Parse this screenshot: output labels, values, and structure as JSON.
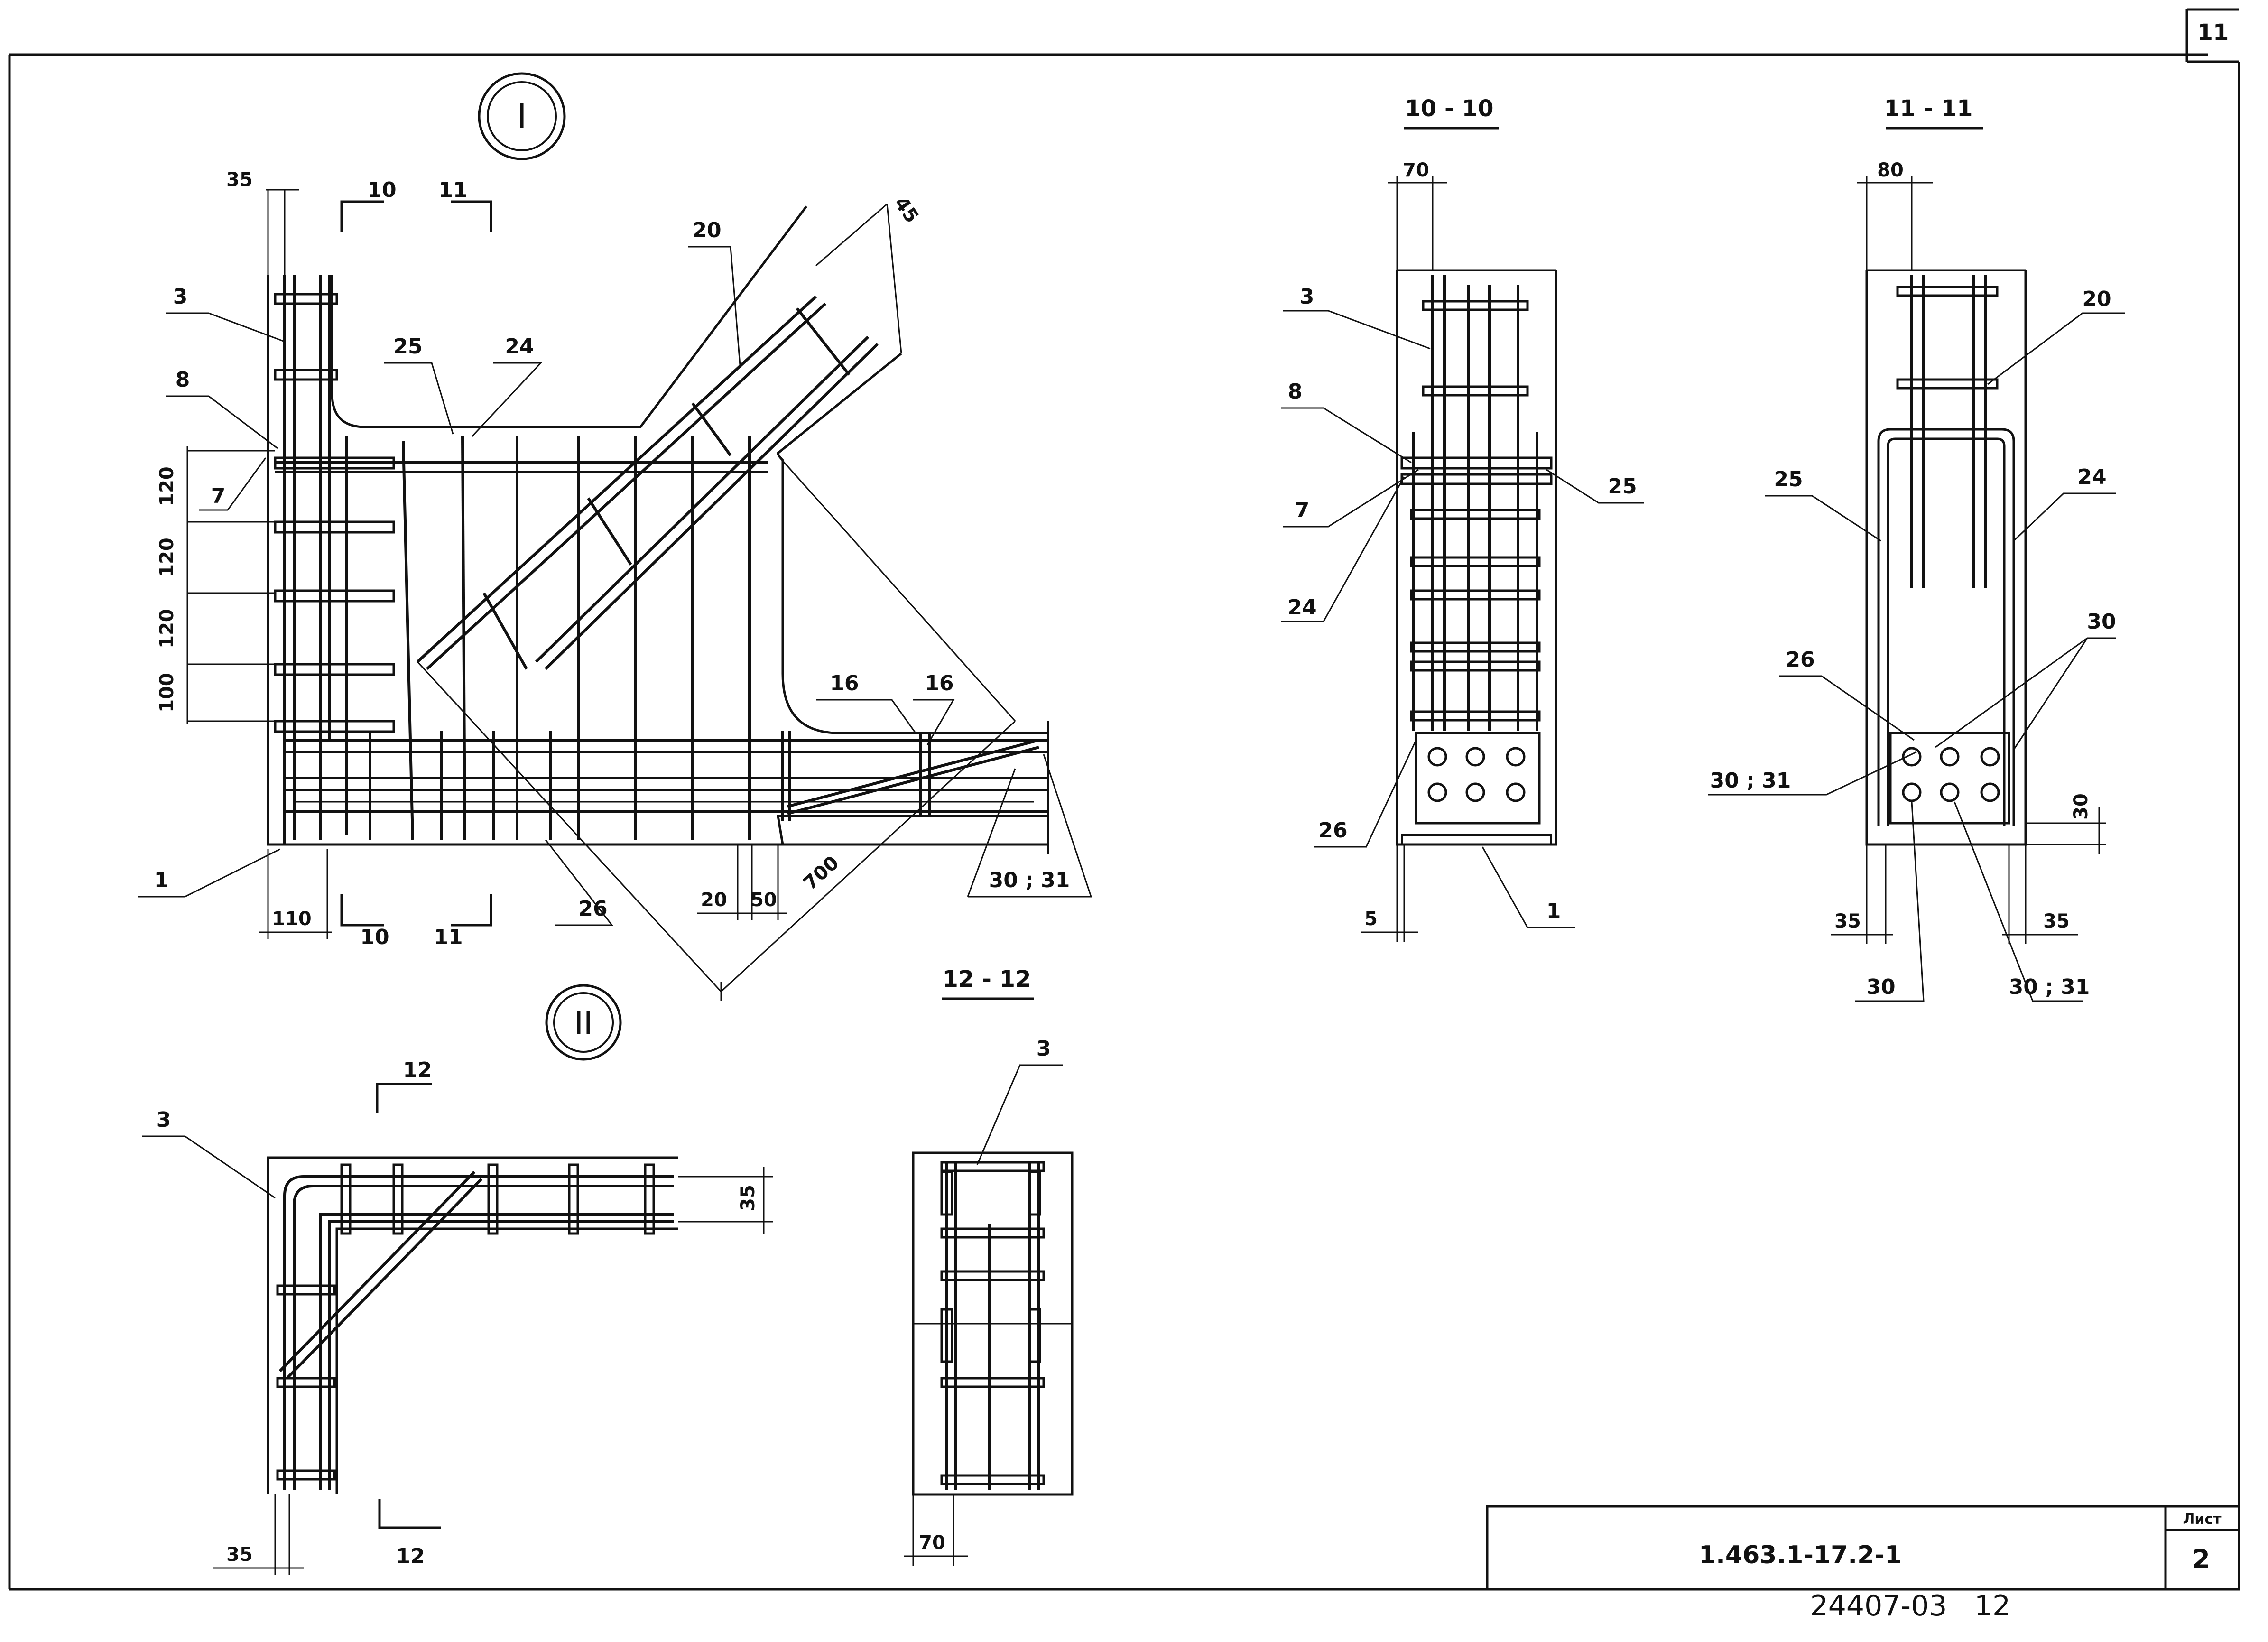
{
  "sheet": {
    "corner_number": "11",
    "stamp_number": "1.463.1-17.2-1",
    "sheet_label": "Лист",
    "sheet_number": "2",
    "bottom_code": "24407-03",
    "bottom_page": "12"
  },
  "nodes": {
    "node1": "I",
    "node2": "II"
  },
  "view1": {
    "section_marks": [
      "10",
      "11",
      "10",
      "11"
    ],
    "pos_labels": [
      "3",
      "8",
      "7",
      "25",
      "24",
      "20",
      "16",
      "16",
      "1",
      "26",
      "30 ; 31"
    ],
    "dims": [
      "35",
      "120",
      "120",
      "120",
      "100",
      "110",
      "20",
      "50",
      "700",
      "45"
    ]
  },
  "view2": {
    "section_marks": [
      "12",
      "12"
    ],
    "pos_labels": [
      "3"
    ],
    "dims": [
      "35",
      "35"
    ]
  },
  "sec10": {
    "title": "10 - 10",
    "pos_labels": [
      "3",
      "8",
      "7",
      "24",
      "25",
      "26",
      "1"
    ],
    "dims": [
      "70",
      "5"
    ]
  },
  "sec11": {
    "title": "11 - 11",
    "pos_labels": [
      "20",
      "25",
      "24",
      "30",
      "26",
      "30 ; 31",
      "30",
      "30 ; 31"
    ],
    "dims": [
      "80",
      "30",
      "35",
      "35"
    ]
  },
  "sec12": {
    "title": "12 - 12",
    "pos_labels": [
      "3"
    ],
    "dims": [
      "70"
    ]
  }
}
